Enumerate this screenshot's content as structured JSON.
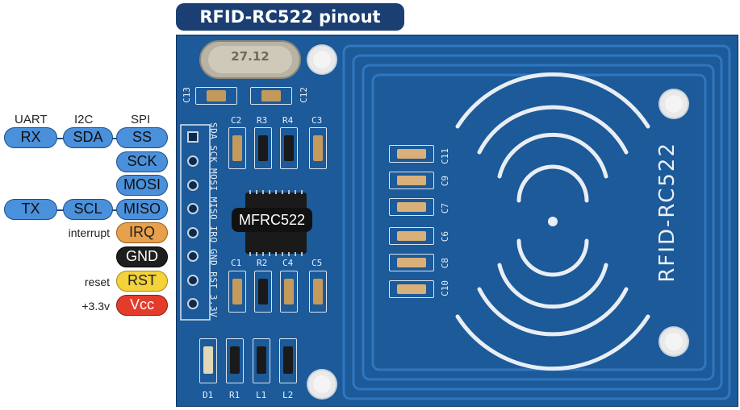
{
  "title": "RFID-RC522 pinout",
  "columns": {
    "uart": "UART",
    "i2c": "I2C",
    "spi": "SPI"
  },
  "pins": [
    {
      "uart": "RX",
      "i2c": "SDA",
      "spi": "SS"
    },
    {
      "spi": "SCK"
    },
    {
      "spi": "MOSI"
    },
    {
      "uart": "TX",
      "i2c": "SCL",
      "spi": "MISO"
    },
    {
      "side": "interrupt",
      "name": "IRQ"
    },
    {
      "name": "GND"
    },
    {
      "side": "reset",
      "name": "RST"
    },
    {
      "side": "+3.3v",
      "name": "Vcc"
    }
  ],
  "board": {
    "crystal": "27.12",
    "chip": "MFRC522",
    "name": "RFID-RC522",
    "header_silk": [
      "SDA",
      "SCK",
      "MOSI",
      "MISO",
      "IRQ",
      "GND",
      "RST",
      "3.3V"
    ],
    "top_components": [
      "C2",
      "R3",
      "R4",
      "C3"
    ],
    "bottom_components": [
      "C1",
      "R2",
      "C4",
      "C5"
    ],
    "crystal_caps": [
      "C13",
      "C12"
    ],
    "bottom_row": [
      "D1",
      "R1",
      "L1",
      "L2"
    ],
    "right_caps": [
      "C11",
      "C9",
      "C7",
      "C6",
      "C8",
      "C10"
    ]
  },
  "colors": {
    "board": "#1c5a99",
    "pin_blue": "#4a90db",
    "irq": "#e7a04b",
    "gnd": "#1e1e1e",
    "rst": "#f3d23a",
    "vcc": "#e43c2b",
    "title_bg": "#1b3f73"
  }
}
